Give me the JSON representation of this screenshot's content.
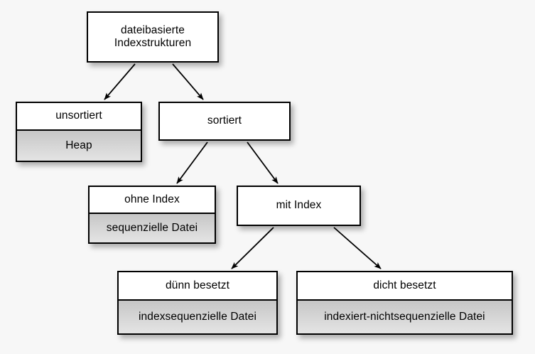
{
  "diagram": {
    "title": "dateibasierte Indexstrukturen",
    "background_color": "#f7f7f7",
    "box_fill_color": "#ffffff",
    "subbox_fill_color": "#d4d4d4",
    "border_color": "#000000",
    "language": "de",
    "nodes": {
      "root": {
        "label": "dateibasierte\nIndexstrukturen",
        "sub": ""
      },
      "unsorted": {
        "label": "unsortiert",
        "sub": "Heap"
      },
      "sorted": {
        "label": "sortiert",
        "sub": ""
      },
      "no_index": {
        "label": "ohne Index",
        "sub": "sequenzielle Datei"
      },
      "with_index": {
        "label": "mit Index",
        "sub": ""
      },
      "sparse": {
        "label": "dünn besetzt",
        "sub": "indexsequenzielle Datei"
      },
      "dense": {
        "label": "dicht besetzt",
        "sub": "indexiert-nichtsequenzielle Datei"
      }
    },
    "edges": [
      {
        "from": "root",
        "to": "unsorted"
      },
      {
        "from": "root",
        "to": "sorted"
      },
      {
        "from": "sorted",
        "to": "no_index"
      },
      {
        "from": "sorted",
        "to": "with_index"
      },
      {
        "from": "with_index",
        "to": "sparse"
      },
      {
        "from": "with_index",
        "to": "dense"
      }
    ]
  }
}
